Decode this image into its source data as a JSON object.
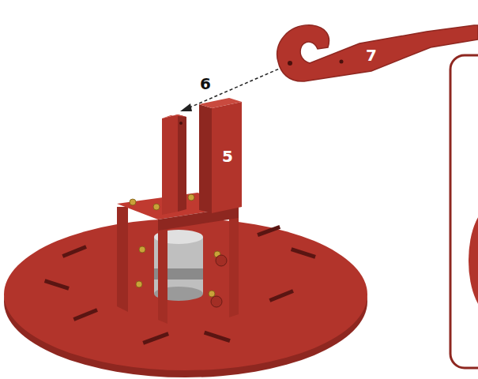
{
  "diagram": {
    "labels": [
      "7",
      "6",
      "5"
    ]
  }
}
